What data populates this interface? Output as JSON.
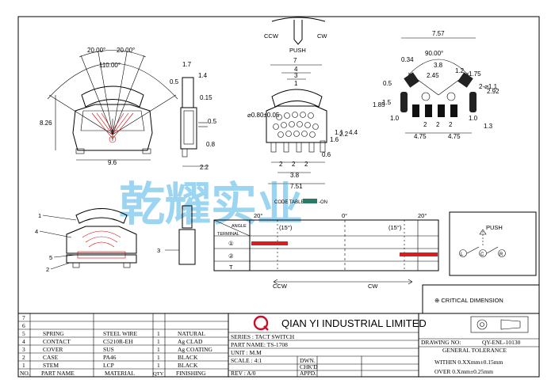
{
  "colors": {
    "accent_red": "#d81e1e",
    "logo_red": "#c8102e",
    "watermark": "#4ab4e6"
  },
  "rotation": {
    "ccw": "CCW",
    "cw": "CW",
    "push": "PUSH"
  },
  "front_view": {
    "angle_left": "20.00°",
    "angle_right": "20.00°",
    "angle_center": "110.00°",
    "height": "8.26",
    "width": "9.6"
  },
  "side_view": {
    "d1": "1.7",
    "d2": "1.4",
    "d3": "0.5",
    "d4": "0.15",
    "d5": "0.5",
    "d6": "0.8",
    "d7": "2.2"
  },
  "back_view": {
    "width_top": "7",
    "d4": "4",
    "d3": "3",
    "d1": "1",
    "hole": "⌀0.80±0.05",
    "h1": "1.6",
    "h2": "1.1",
    "h3": "2.2",
    "h4": "4.4",
    "p1": "2",
    "p2": "2",
    "p3": "2",
    "span": "3.8",
    "overall": "7.51",
    "d06": "0.6"
  },
  "pad_view": {
    "width": "7.57",
    "angle": "90.00°",
    "d034": "0.34",
    "d038": "3.8",
    "d245": "2.45",
    "d12": "1.2",
    "d175": "1.75",
    "d11": "2-⌀1.1",
    "d05": "0.5",
    "d185": "1.85",
    "d15": "1.5",
    "d292": "2.92",
    "d10a": "1.0",
    "d10b": "1.0",
    "p1": "2",
    "p2": "2",
    "p3": "2",
    "w1": "4.75",
    "w2": "4.75",
    "d13": "1.3"
  },
  "callouts": [
    "1",
    "2",
    "3",
    "4",
    "5"
  ],
  "code_table_label": "CODE TABLE:",
  "code_on": "-ON",
  "angle_table": {
    "angle_header": "ANGLE",
    "terminal_header": "TERMINAL",
    "ang_left": "20°",
    "ang_zero": "0°",
    "ang_right": "20°",
    "det_left": "(15°)",
    "det_right": "(15°)",
    "rows": [
      "①",
      "②",
      "T"
    ],
    "ccw": "CCW",
    "cw": "CW"
  },
  "schematic": {
    "push": "PUSH",
    "left": "L",
    "common": "C",
    "right": "R"
  },
  "critical": "⊕ CRITICAL DIMENSION",
  "company": "QIAN YI INDUSTRIAL LIMITED",
  "series": "SERIES : TACT SWITCH",
  "part_name": "PART NAME: TS-1708",
  "unit": "UNIT : M.M",
  "scale": "SCALE : 4:1",
  "rev": "REV : A/0",
  "dwn": "DWN.",
  "chkd": "CHK'D",
  "appd": "APPD.",
  "drawing_no_label": "DRAWING NO:",
  "drawing_no": "QY-ENL-10130",
  "general_tolerance": "GENERAL TOLERANCE",
  "tol_within": "WITHIN 0.XXmm±0.15mm",
  "tol_over": "OVER   0.Xmm±0.25mm",
  "bom_header": [
    "NO.",
    "PART NAME",
    "MATERIAL",
    "QTY",
    "FINISHING"
  ],
  "bom": [
    {
      "no": "7",
      "name": "",
      "material": "",
      "qty": "",
      "finish": ""
    },
    {
      "no": "6",
      "name": "",
      "material": "",
      "qty": "",
      "finish": ""
    },
    {
      "no": "5",
      "name": "SPRING",
      "material": "STEEL WIRE",
      "qty": "1",
      "finish": "NATURAL"
    },
    {
      "no": "4",
      "name": "CONTACT",
      "material": "C5210R-EH",
      "qty": "1",
      "finish": "Ag CLAD"
    },
    {
      "no": "3",
      "name": "COVER",
      "material": "SUS",
      "qty": "1",
      "finish": "Ag COATING"
    },
    {
      "no": "2",
      "name": "CASE",
      "material": "PA46",
      "qty": "1",
      "finish": "BLACK"
    },
    {
      "no": "1",
      "name": "STEM",
      "material": "LCP",
      "qty": "1",
      "finish": "BLACK"
    }
  ],
  "watermark": "乾耀实业"
}
